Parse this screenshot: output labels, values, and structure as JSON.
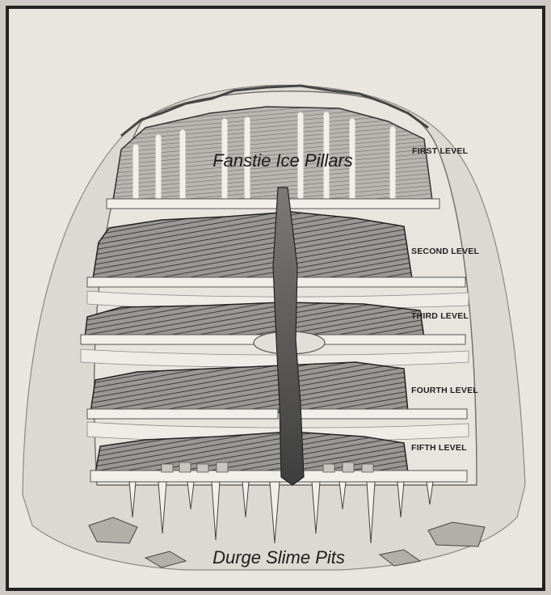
{
  "diagram": {
    "top_label": "Fanstie Ice Pillars",
    "bottom_label": "Durge Slime Pits",
    "levels": [
      {
        "label": "FIRST LEVEL"
      },
      {
        "label": "SECOND LEVEL"
      },
      {
        "label": "THIRD LEVEL"
      },
      {
        "label": "FOURTH LEVEL"
      },
      {
        "label": "FIFTH LEVEL"
      }
    ]
  },
  "colors": {
    "paper": "#e9e6df",
    "background": "#cfcbc4",
    "ink": "#1e1e1e",
    "rock_dark": "#4a4a4a",
    "rock_mid": "#8c8a86",
    "ice": "#f4f3ef"
  }
}
